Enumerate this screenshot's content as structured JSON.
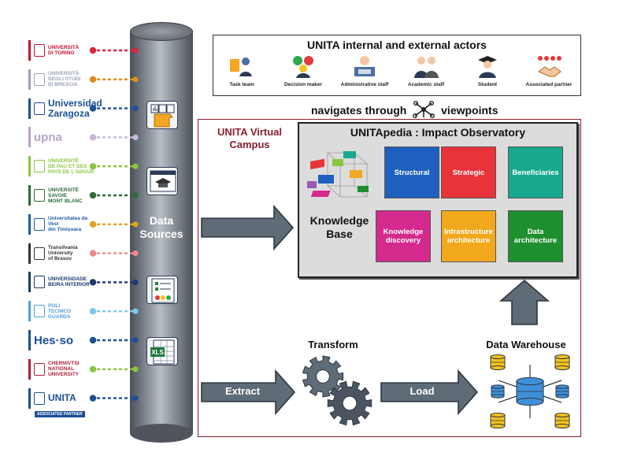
{
  "universities": [
    {
      "name": "unito-logo",
      "text": "UNIVERSITÀ\nDI TORINO",
      "color": "#c8102e",
      "dot": "#d6283b"
    },
    {
      "name": "unibs-logo",
      "text": "UNIVERSITÀ\nDEGLI STUDI\nDI BRESCIA",
      "color": "#9aa3b5",
      "dot": "#e08a1e"
    },
    {
      "name": "unizar-logo",
      "text": "Universidad\nZaragoza",
      "color": "#1c4f95",
      "dot": "#1c4f95"
    },
    {
      "name": "upna-logo",
      "text": "upna",
      "color": "#b7a4c9",
      "dot": "#c9b8dc"
    },
    {
      "name": "upau-logo",
      "text": "UNIVERSITÉ\nDE PAU ET DES\nPAYS DE L'ADOUR",
      "color": "#8cc63f",
      "dot": "#8cc63f"
    },
    {
      "name": "usmb-logo",
      "text": "UNIVERSITÉ\nSAVOIE\nMONT BLANC",
      "color": "#2f6b3a",
      "dot": "#2f6b3a"
    },
    {
      "name": "uvt-logo",
      "text": "Universitatea de Vest\ndin Timișoara",
      "color": "#1f5ca8",
      "dot": "#e0a21e"
    },
    {
      "name": "unitbv-logo",
      "text": "Transilvania\nUniversity\nof Brasov",
      "color": "#333333",
      "dot": "#f08a8a"
    },
    {
      "name": "ubi-logo",
      "text": "UNIVERSIDADE\nBEIRA INTERIOR",
      "color": "#1b3a6b",
      "dot": "#1b3a6b"
    },
    {
      "name": "ipg-logo",
      "text": "POLI\nTECNICO\nGUARDA",
      "color": "#4aa3df",
      "dot": "#7ec8ef"
    },
    {
      "name": "hesso-logo",
      "text": "Hes·so",
      "color": "#1c4f95",
      "dot": "#1c4f95"
    },
    {
      "name": "chnu-logo",
      "text": "CHERNIVTSI\nNATIONAL\nUNIVERSITY",
      "color": "#b01e3a",
      "dot": "#8cc63f"
    },
    {
      "name": "unita-partner-logo",
      "text": "UNITA",
      "color": "#1c4f95",
      "dot": "#1c4f95",
      "sub": "ASSOCIATED PARTNER"
    }
  ],
  "data_sources": {
    "label_line1": "Data",
    "label_line2": "Sources"
  },
  "actors": {
    "title": "UNITA internal and external actors",
    "items": [
      {
        "name": "task-team",
        "label": "Task team"
      },
      {
        "name": "decision-maker",
        "label": "Decision maker"
      },
      {
        "name": "administrative-staff",
        "label": "Administrative staff"
      },
      {
        "name": "academic-staff",
        "label": "Academic staff"
      },
      {
        "name": "student",
        "label": "Student"
      },
      {
        "name": "associated-partner",
        "label": "Associated partner"
      }
    ]
  },
  "navigates": {
    "before": "navigates through",
    "after": "viewpoints"
  },
  "campus": {
    "line1": "UNITA Virtual",
    "line2": "Campus"
  },
  "observatory": {
    "title": "UNITApedia : Impact Observatory"
  },
  "knowledge_base": {
    "line1": "Knowledge",
    "line2": "Base"
  },
  "tiles": [
    {
      "name": "structural",
      "label": "Structural",
      "color": "#1f5fbf"
    },
    {
      "name": "strategic",
      "label": "Strategic",
      "color": "#e8333a"
    },
    {
      "name": "beneficiaries",
      "label": "Beneficiaries",
      "color": "#17a88f"
    },
    {
      "name": "knowledge-discovery",
      "label": "Knowledge\ndiscovery",
      "color": "#d42a8e"
    },
    {
      "name": "infrastructure-architecture",
      "label": "Infrastructure\narchitecture",
      "color": "#f2a81d"
    },
    {
      "name": "data-architecture",
      "label": "Data\narchitecture",
      "color": "#1e8f2e"
    }
  ],
  "pipeline": {
    "extract": "Extract",
    "transform": "Transform",
    "load": "Load",
    "warehouse": "Data Warehouse"
  },
  "colors": {
    "campus_border": "#8b1e2d",
    "arrow_fill": "#5f6b77",
    "arrow_stroke": "#2e3640"
  }
}
